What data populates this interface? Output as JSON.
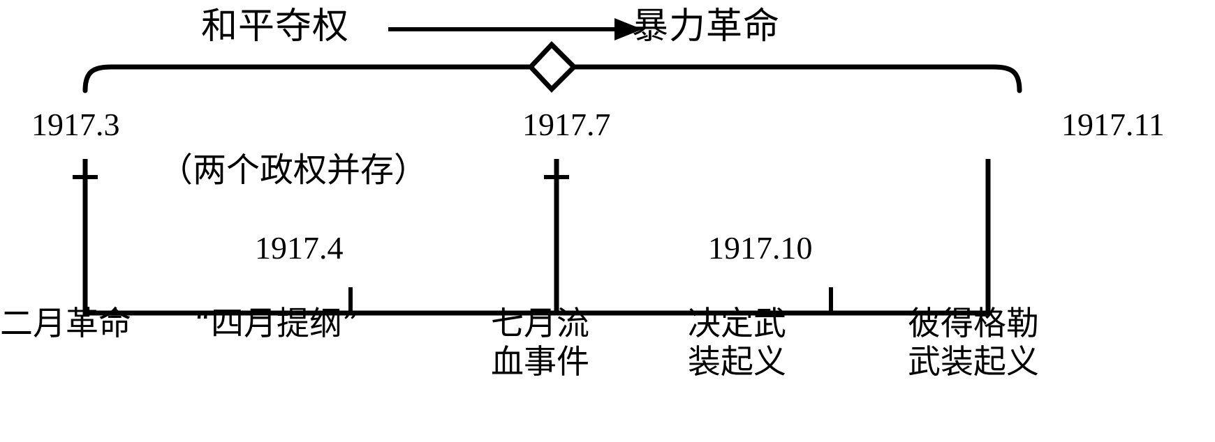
{
  "diagram": {
    "title_phases": {
      "peaceful": "和平夺权",
      "violent": "暴力革命",
      "arrow": "arrow-right-icon"
    },
    "dates": {
      "start": "1917.3",
      "mid": "1917.7",
      "end": "1917.11",
      "april": "1917.4",
      "october": "1917.10"
    },
    "notes": {
      "dual_power": "（两个政权并存）"
    },
    "events": [
      {
        "id": "february-revolution",
        "label": "二月革命",
        "lines": [
          "二月革命"
        ]
      },
      {
        "id": "april-theses",
        "label": "“四月提纲”",
        "lines": [
          "“四月提纲”"
        ]
      },
      {
        "id": "july-days",
        "label": "七月流血事件",
        "lines": [
          "七月流",
          "血事件"
        ]
      },
      {
        "id": "decide-armed-uprising",
        "label": "决定武装起义",
        "lines": [
          "决定武",
          "装起义"
        ]
      },
      {
        "id": "petrograd-uprising",
        "label": "彼得格勒武装起义",
        "lines": [
          "彼得格勒",
          "武装起义"
        ]
      }
    ],
    "colors": {
      "ink": "#000000",
      "background": "#ffffff"
    }
  }
}
